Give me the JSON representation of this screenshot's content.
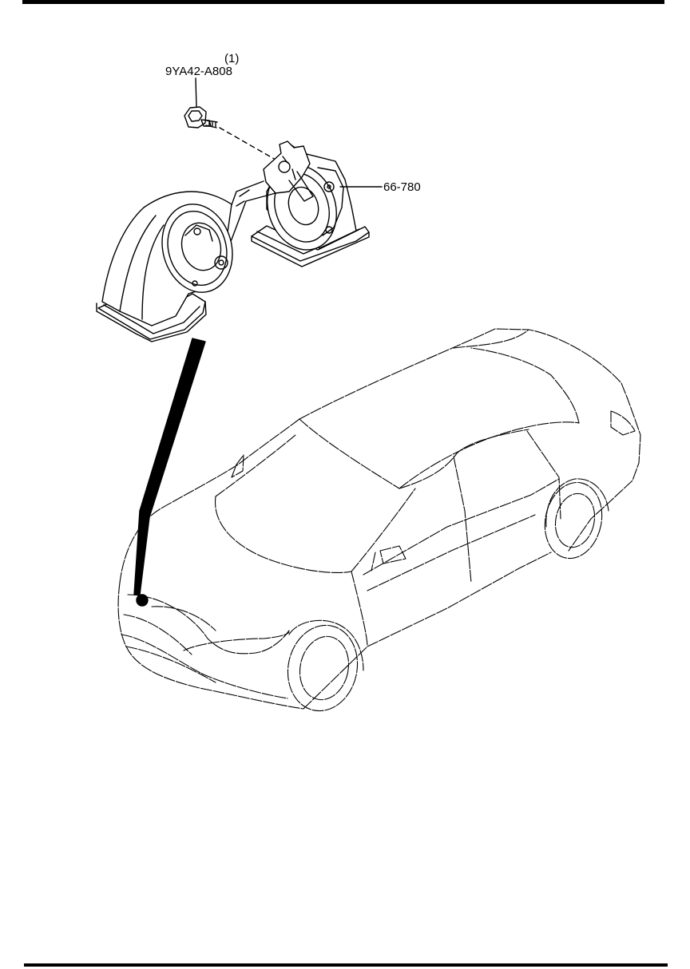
{
  "callouts": {
    "bolt": {
      "qty": "(1)",
      "part_number": "9YA42-A808"
    },
    "horn": {
      "part_number": "66-780"
    }
  }
}
